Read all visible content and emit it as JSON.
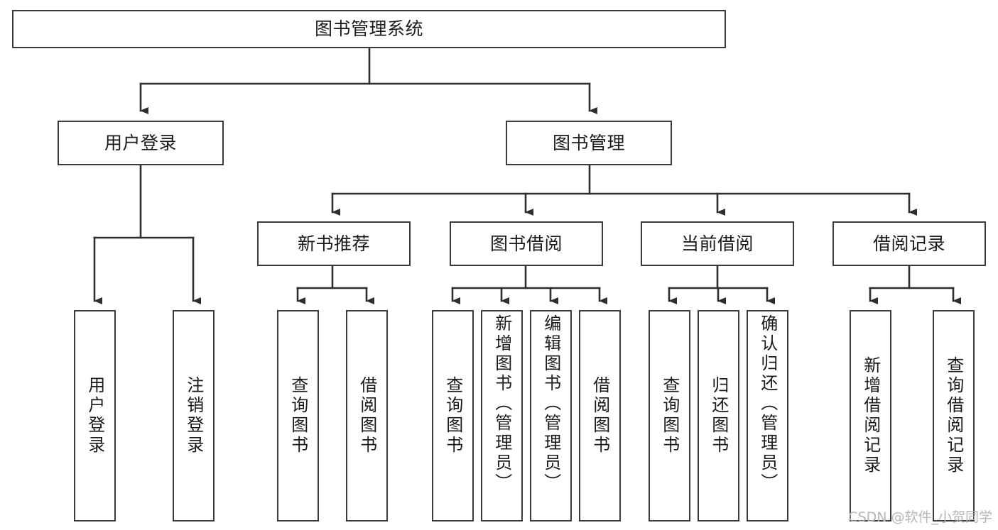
{
  "diagram": {
    "type": "tree",
    "title": "图书管理系统",
    "orientation": "top-down",
    "colors": {
      "box_border": "#3a3a3a",
      "box_fill": "#ffffff",
      "connector": "#2e2e2e",
      "text": "#1a1a1a",
      "watermark": "#b6b6b6",
      "background": "#ffffff"
    },
    "nodes": {
      "root": {
        "label": "图书管理系统",
        "level": 1
      },
      "level2": [
        {
          "id": "user-login",
          "label": "用户登录"
        },
        {
          "id": "book-management",
          "label": "图书管理"
        }
      ],
      "level3": [
        {
          "id": "new-book-recommend",
          "label": "新书推荐",
          "parent": "book-management"
        },
        {
          "id": "book-borrow",
          "label": "图书借阅",
          "parent": "book-management"
        },
        {
          "id": "current-borrow",
          "label": "当前借阅",
          "parent": "book-management"
        },
        {
          "id": "borrow-record",
          "label": "借阅记录",
          "parent": "book-management"
        }
      ],
      "leaves": [
        {
          "id": "leaf-user-login",
          "label": "用户登录",
          "parent": "user-login"
        },
        {
          "id": "leaf-logout-login",
          "label": "注销登录",
          "parent": "user-login"
        },
        {
          "id": "leaf-query-book-1",
          "label": "查询图书",
          "parent": "new-book-recommend"
        },
        {
          "id": "leaf-borrow-book-1",
          "label": "借阅图书",
          "parent": "new-book-recommend"
        },
        {
          "id": "leaf-query-book-2",
          "label": "查询图书",
          "parent": "book-borrow"
        },
        {
          "id": "leaf-add-book",
          "label": "新增图书（管理员）",
          "parent": "book-borrow"
        },
        {
          "id": "leaf-edit-book",
          "label": "编辑图书（管理员）",
          "parent": "book-borrow"
        },
        {
          "id": "leaf-borrow-book-2",
          "label": "借阅图书",
          "parent": "book-borrow"
        },
        {
          "id": "leaf-query-book-3",
          "label": "查询图书",
          "parent": "current-borrow"
        },
        {
          "id": "leaf-return-book",
          "label": "归还图书",
          "parent": "current-borrow"
        },
        {
          "id": "leaf-confirm-return",
          "label": "确认归还（管理员）",
          "parent": "current-borrow"
        },
        {
          "id": "leaf-add-record",
          "label": "新增借阅记录",
          "parent": "borrow-record"
        },
        {
          "id": "leaf-query-record",
          "label": "查询借阅记录",
          "parent": "borrow-record"
        }
      ]
    }
  },
  "watermark": {
    "text": "CSDN @软件_小贺同学"
  }
}
